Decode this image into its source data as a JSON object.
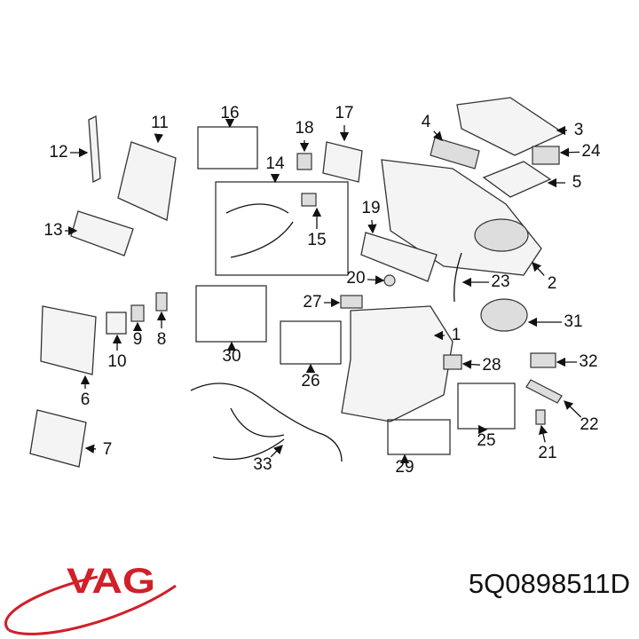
{
  "diagram": {
    "callouts": [
      "12",
      "11",
      "16",
      "18",
      "17",
      "4",
      "3",
      "24",
      "14",
      "5",
      "19",
      "13",
      "15",
      "2",
      "20",
      "23",
      "27",
      "9",
      "8",
      "1",
      "31",
      "10",
      "30",
      "28",
      "32",
      "26",
      "6",
      "22",
      "25",
      "7",
      "21",
      "33",
      "29"
    ]
  },
  "logo": {
    "text": "VAG",
    "color": "#d0202a"
  },
  "part_number": "5Q0898511D"
}
